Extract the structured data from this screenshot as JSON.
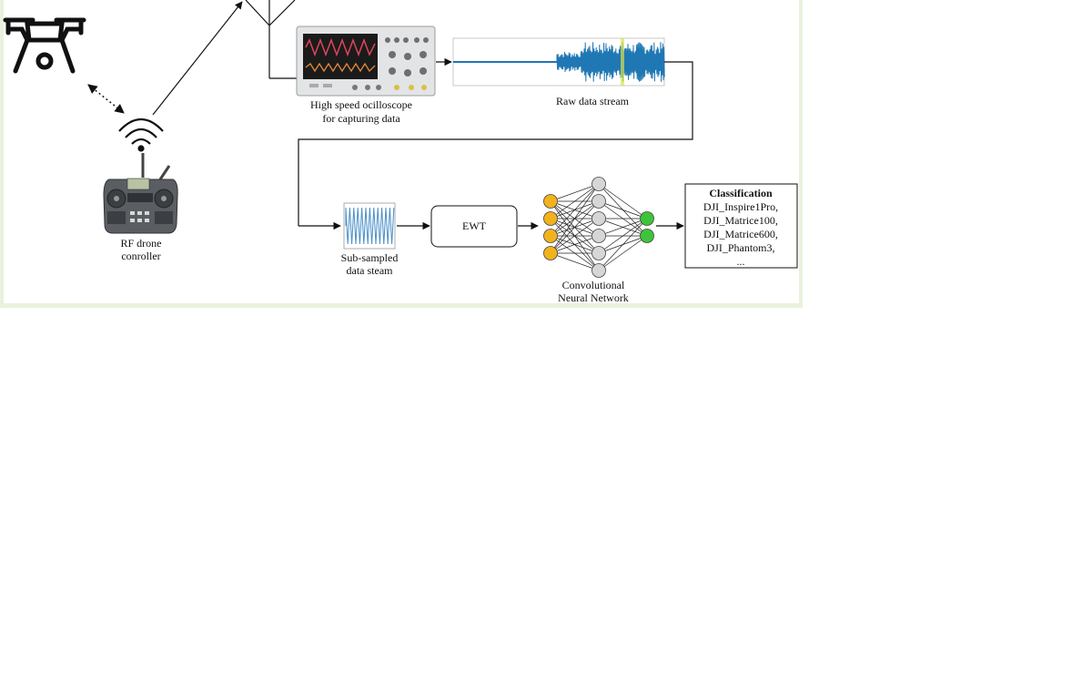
{
  "labels": {
    "controller": [
      "RF drone",
      "conroller"
    ],
    "oscilloscope": [
      "High speed ocilloscope",
      "for capturing data"
    ],
    "raw_stream": "Raw data stream",
    "subsampled": [
      "Sub-sampled",
      "data steam"
    ],
    "ewt": "EWT",
    "cnn": [
      "Convolutional",
      "Neural Network"
    ],
    "classification_title": "Classification",
    "classes": [
      "DJI_Inspire1Pro,",
      "DJI_Matrice100,",
      "DJI_Matrice600,",
      "DJI_Phantom3,",
      "..."
    ]
  },
  "colors": {
    "panel_border": "#e9f2dc",
    "signal_blue": "#1f77b4",
    "input_node": "#f2b21c",
    "hidden_node": "#d6d6d6",
    "output_node": "#3ec43a",
    "highlight": "#d9e24a"
  },
  "icons": [
    "drone-icon",
    "wifi-icon",
    "rf-controller-icon",
    "oscilloscope-icon"
  ]
}
